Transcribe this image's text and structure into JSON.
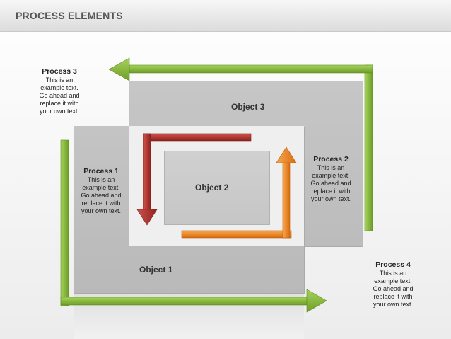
{
  "page": {
    "title": "PROCESS ELEMENTS"
  },
  "objects": {
    "object1": "Object  1",
    "object2": "Object  2",
    "object3": "Object  3"
  },
  "processes": {
    "process1": {
      "heading": "Process 1",
      "body": "This is an\nexample text.\nGo ahead and\nreplace it with\nyour own text."
    },
    "process2": {
      "heading": "Process 2",
      "body": "This is an\nexample text.\nGo ahead and\nreplace it with\nyour own text."
    },
    "process3": {
      "heading": "Process 3",
      "body": "This is an\nexample text.\nGo ahead and\nreplace it with\nyour own text."
    },
    "process4": {
      "heading": "Process 4",
      "body": "This is an\nexample text.\nGo ahead and\nreplace it with\nyour own text."
    }
  },
  "colors": {
    "green_arrow": "#8cbf3f",
    "red_arrow": "#b8342e",
    "orange_arrow": "#f08a24"
  }
}
